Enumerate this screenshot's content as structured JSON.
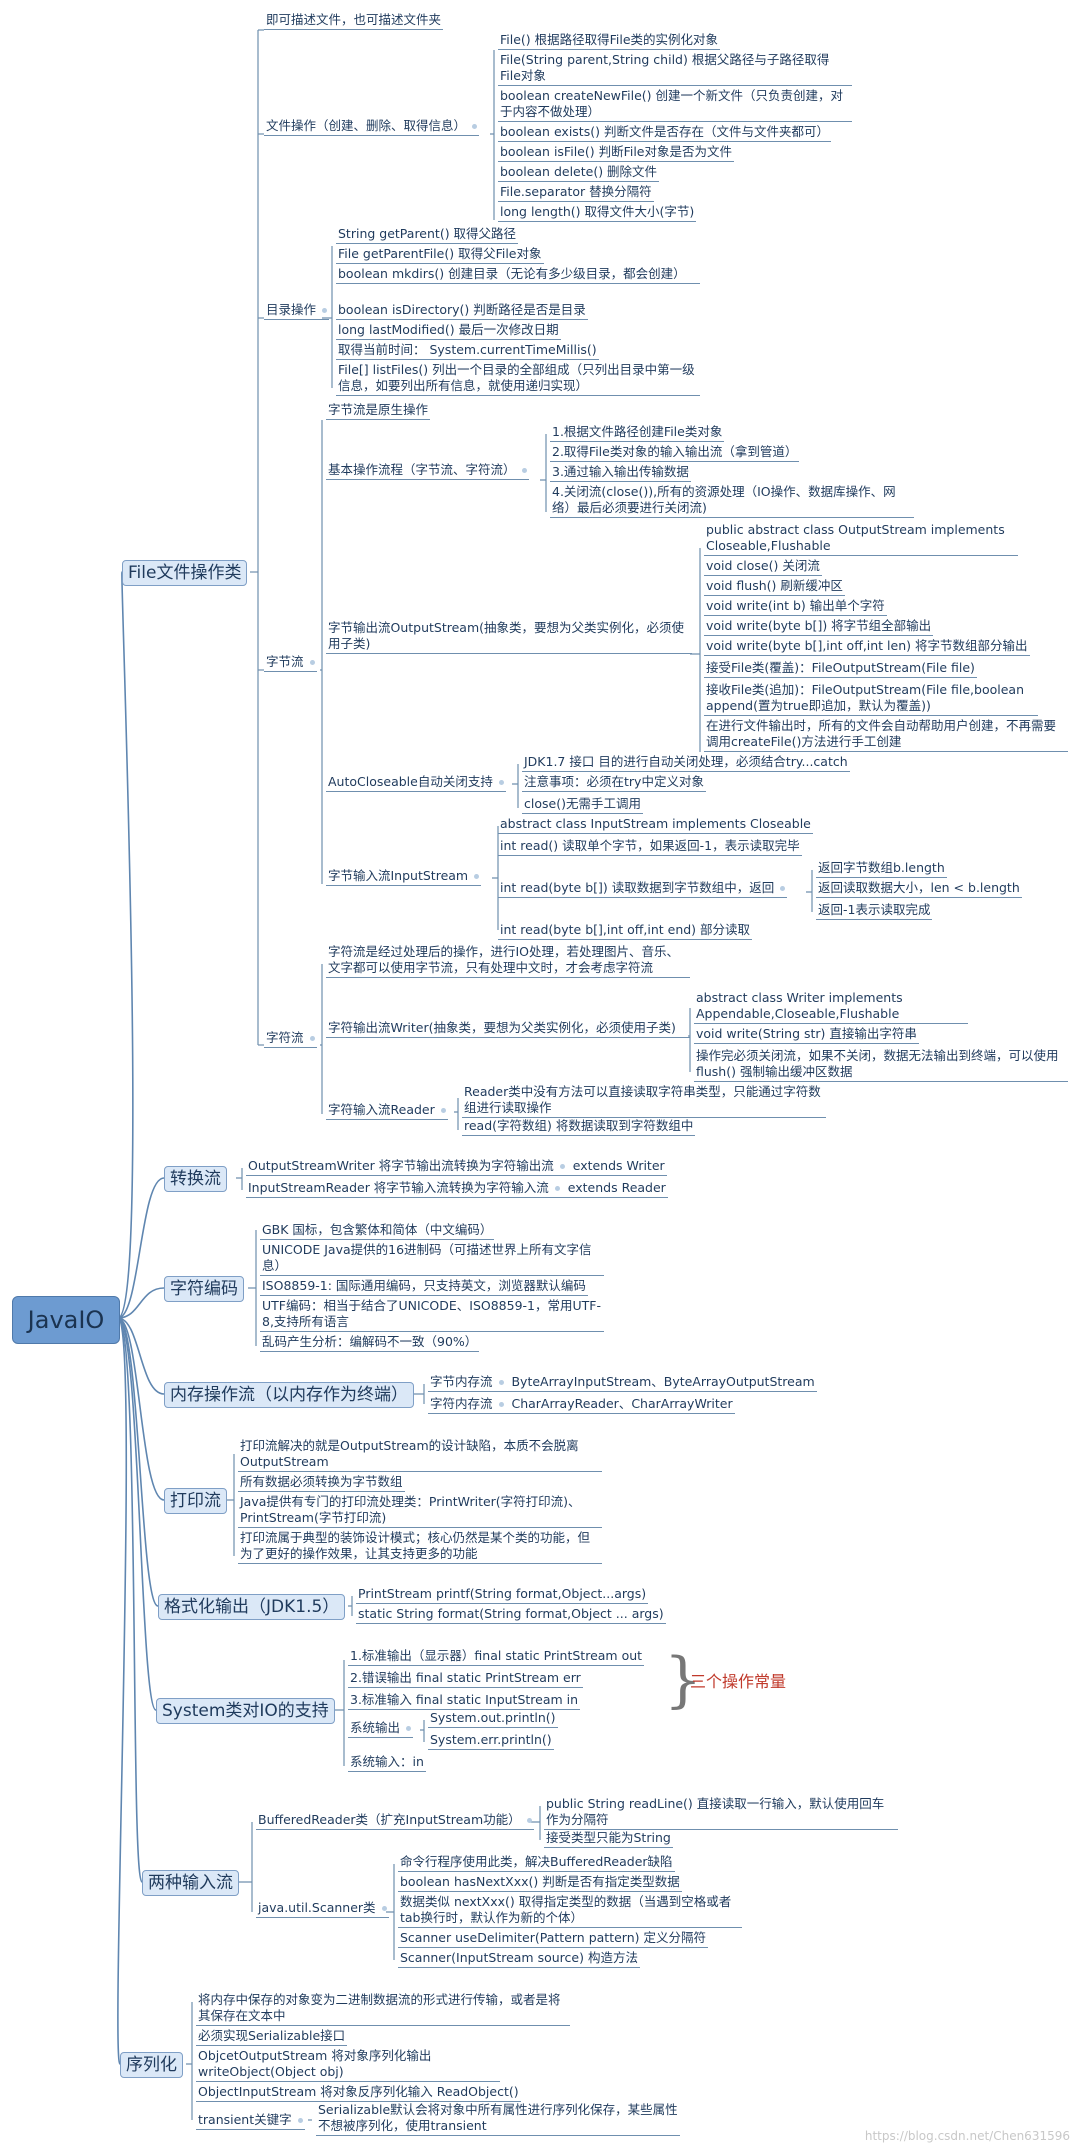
{
  "root": "JavaIO",
  "branches": {
    "file": {
      "label": "File文件操作类",
      "desc": "即可描述文件，也可描述文件夹",
      "fileops": {
        "label": "文件操作（创建、删除、取得信息）",
        "items": [
          "File() 根据路径取得File类的实例化对象",
          "File(String parent,String child) 根据父路径与子路径取得File对象",
          "boolean createNewFile() 创建一个新文件（只负责创建，对于内容不做处理）",
          "boolean exists() 判断文件是否存在（文件与文件夹都可）",
          "boolean isFile() 判断File对象是否为文件",
          "boolean delete() 删除文件",
          "File.separator  替换分隔符",
          "long length()  取得文件大小(字节)"
        ]
      },
      "dirops": {
        "label": "目录操作",
        "items": [
          "String getParent()  取得父路径",
          "File getParentFile()  取得父File对象",
          "boolean mkdirs()  创建目录（无论有多少级目录，都会创建）",
          "boolean isDirectory()  判断路径是否是目录",
          "long lastModified()  最后一次修改日期",
          "取得当前时间：   System.currentTimeMillis()",
          "File[] listFiles()  列出一个目录的全部组成（只列出目录中第一级信息，如要列出所有信息，就使用递归实现）"
        ]
      },
      "bytestream": {
        "label": "字节流",
        "native": "字节流是原生操作",
        "flow": {
          "label": "基本操作流程（字节流、字符流）",
          "items": [
            "1.根据文件路径创建File类对象",
            "2.取得File类对象的输入输出流（拿到管道）",
            "3.通过输入输出传输数据",
            "4.关闭流(close()),所有的资源处理（IO操作、数据库操作、网络）最后必须要进行关闭流)"
          ]
        },
        "output": {
          "label": "字节输出流OutputStream(抽象类，要想为父类实例化，必须使用子类)",
          "items": [
            "public abstract class OutputStream implements Closeable,Flushable",
            "void close()  关闭流",
            "void flush()  刷新缓冲区",
            "void write(int b)  输出单个字符",
            "void write(byte b[])  将字节组全部输出",
            "void write(byte b[],int off,int len)  将字节数组部分输出",
            "接受File类(覆盖)：FileOutputStream(File file)",
            "接收File类(追加)：FileOutputStream(File file,boolean append(置为true即追加，默认为覆盖))",
            "在进行文件输出时，所有的文件会自动帮助用户创建，不再需要调用createFile()方法进行手工创建"
          ]
        },
        "autoclose": {
          "label": "AutoCloseable自动关闭支持",
          "items": [
            "JDK1.7 接口  目的进行自动关闭处理，必须结合try...catch",
            "注意事项：必须在try中定义对象",
            "close()无需手工调用"
          ]
        },
        "input": {
          "label": "字节输入流InputStream",
          "items": [
            "abstract class InputStream implements Closeable",
            "int read() 读取单个字节，如果返回-1，表示读取完毕",
            "int read(byte b[]) 读取数据到字节数组中，返回",
            "int read(byte b[],int off,int end) 部分读取"
          ],
          "returns": [
            "返回字节数组b.length",
            "返回读取数据大小，len < b.length",
            "返回-1表示读取完成"
          ]
        }
      },
      "charstream": {
        "label": "字符流",
        "desc": "字符流是经过处理后的操作，进行IO处理，若处理图片、音乐、文字都可以使用字节流，只有处理中文时，才会考虑字符流",
        "writer": {
          "label": "字符输出流Writer(抽象类，要想为父类实例化，必须使用子类)",
          "items": [
            "abstract class Writer implements Appendable,Closeable,Flushable",
            "void write(String str)  直接输出字符串",
            "操作完必须关闭流，如果不关闭，数据无法输出到终端，可以使用flush() 强制输出缓冲区数据"
          ]
        },
        "reader": {
          "label": "字符输入流Reader",
          "items": [
            "Reader类中没有方法可以直接读取字符串类型，只能通过字符数组进行读取操作",
            "read(字符数组)  将数据读取到字符数组中"
          ]
        }
      }
    },
    "convert": {
      "label": "转换流",
      "items": [
        {
          "text": "OutputStreamWriter 将字节输出流转换为字符输出流",
          "ext": "extends Writer"
        },
        {
          "text": "InputStreamReader 将字节输入流转换为字符输入流",
          "ext": "extends Reader"
        }
      ]
    },
    "encoding": {
      "label": "字符编码",
      "items": [
        "GBK 国标，包含繁体和简体（中文编码）",
        "UNICODE Java提供的16进制码（可描述世界上所有文字信息）",
        "ISO8859-1: 国际通用编码，只支持英文，浏览器默认编码",
        "UTF编码：相当于结合了UNICODE、ISO8859-1，常用UTF-8,支持所有语言",
        "乱码产生分析：编解码不一致（90%）"
      ]
    },
    "memory": {
      "label": "内存操作流（以内存作为终端）",
      "items": [
        {
          "label": "字节内存流",
          "value": "ByteArrayInputStream、ByteArrayOutputStream"
        },
        {
          "label": "字符内存流",
          "value": "CharArrayReader、CharArrayWriter"
        }
      ]
    },
    "print": {
      "label": "打印流",
      "items": [
        "打印流解决的就是OutputStream的设计缺陷，本质不会脱离OutputStream",
        "所有数据必须转换为字节数组",
        "Java提供有专门的打印流处理类：PrintWriter(字符打印流)、PrintStream(字节打印流)",
        "打印流属于典型的装饰设计模式；核心仍然是某个类的功能，但为了更好的操作效果，让其支持更多的功能"
      ]
    },
    "format": {
      "label": "格式化输出（JDK1.5）",
      "items": [
        "PrintStream printf(String format,Object...args)",
        "static String format(String format,Object ... args)"
      ]
    },
    "system": {
      "label": "System类对IO的支持",
      "items": [
        "1.标准输出（显示器）final static PrintStream out",
        "2.错误输出 final static PrintStream err",
        "3.标准输入 final static InputStream in"
      ],
      "note": "三个操作常量",
      "sysout": {
        "label": "系统输出",
        "items": [
          "System.out.println()",
          "System.err.println()"
        ]
      },
      "sysin": "系统输入：in"
    },
    "twoinput": {
      "label": "两种输入流",
      "buffered": {
        "label": "BufferedReader类（扩充InputStream功能）",
        "items": [
          "public String readLine() 直接读取一行输入，默认使用回车作为分隔符",
          "接受类型只能为String"
        ]
      },
      "scanner": {
        "label": "java.util.Scanner类",
        "items": [
          "命令行程序使用此类，解决BufferedReader缺陷",
          "boolean hasNextXxx() 判断是否有指定类型数据",
          "数据类似 nextXxx() 取得指定类型的数据（当遇到空格或者tab换行时，默认作为新的个体）",
          "Scanner useDelimiter(Pattern pattern) 定义分隔符",
          "Scanner(InputStream source) 构造方法"
        ]
      }
    },
    "serial": {
      "label": "序列化",
      "items": [
        "将内存中保存的对象变为二进制数据流的形式进行传输，或者是将其保存在文本中",
        "必须实现Serializable接口",
        "ObjcetOutputStream 将对象序列化输出writeObject(Object obj)",
        "ObjectInputStream 将对象反序列化输入 ReadObject()"
      ],
      "transient": {
        "label": "transient关键字",
        "desc": "Serializable默认会将对象中所有属性进行序列化保存，某些属性不想被序列化，使用transient"
      }
    }
  },
  "watermark": "https://blog.csdn.net/Chen631596"
}
